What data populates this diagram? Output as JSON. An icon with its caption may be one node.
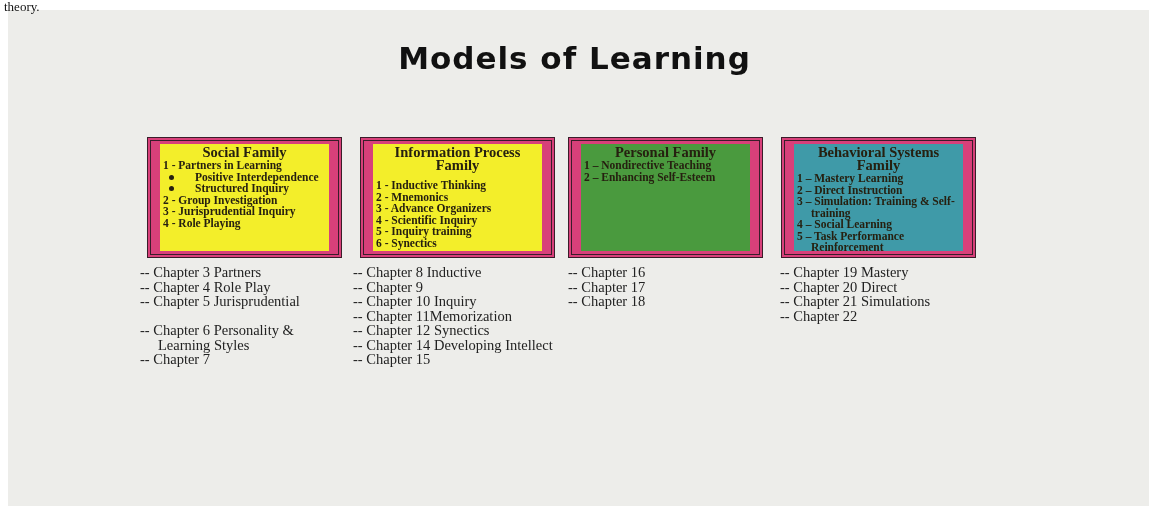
{
  "diagram": {
    "title": "Models of Learning",
    "nodes": [
      {
        "text": [
          "Social Family",
          "1 - Partners in Learning",
          "Positive Interdependence",
          "Structured Inquiry",
          "2 - Group Investigation",
          "3 - Jurisprudential Inquiry",
          "4 - Role Playing"
        ]
      },
      {
        "text": [
          "Information Process Family",
          "1 - Inductive Thinking",
          "2 - Mnemonics",
          "3 - Advance Organizers",
          "4 - Scientific Inquiry",
          "5 - Inquiry training",
          "6 - Synectics"
        ]
      },
      {
        "text": [
          "Personal Family",
          "1 – Nondirective Teaching",
          "2 – Enhancing Self-Esteem"
        ]
      },
      {
        "text": [
          "Behavioral Systems Family",
          "1 – Mastery Learning",
          "2 – Direct Instruction",
          "3 – Simulation: Training & Self-training",
          "4 – Social Learning",
          "5 – Task Performance Reinforcement"
        ]
      }
    ],
    "labels": [
      "theory.",
      "-- Chapter 3 Partners",
      "-- Chapter 4 Role Play",
      "-- Chapter 5 Jurisprudential",
      "-- Chapter 6 Personality & Learning Styles",
      "-- Chapter 7",
      "-- Chapter 8 Inductive",
      "-- Chapter 9",
      "-- Chapter 10 Inquiry",
      "-- Chapter 11Memorization",
      "-- Chapter 12 Synectics",
      "-- Chapter 14 Developing Intellect",
      "-- Chapter 15",
      "-- Chapter 16",
      "-- Chapter 17",
      "-- Chapter 18",
      "-- Chapter 19 Mastery",
      "-- Chapter 20 Direct",
      "-- Chapter 21 Simulations",
      "-- Chapter 22"
    ]
  }
}
